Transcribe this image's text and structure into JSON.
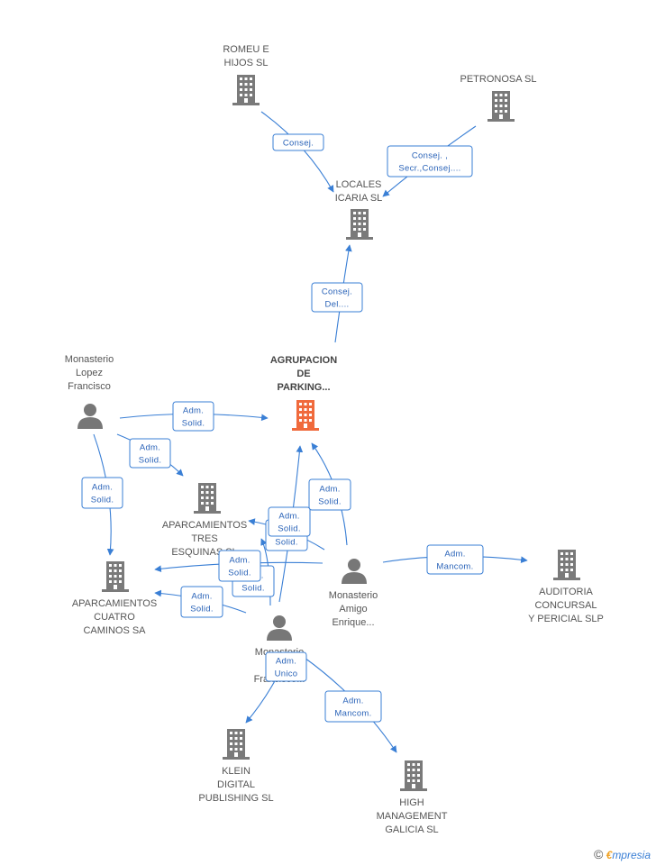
{
  "colors": {
    "edge": "#3a7fd5",
    "building": "#7a7a7a",
    "focus": "#f06a3c",
    "person": "#777777"
  },
  "nodes": {
    "romeu": {
      "lines": [
        "ROMEU E",
        "HIJOS  SL"
      ],
      "icon": "building-icon"
    },
    "petronosa": {
      "lines": [
        "PETRONOSA SL"
      ],
      "icon": "building-icon"
    },
    "locales": {
      "lines": [
        "LOCALES",
        "ICARIA SL"
      ],
      "icon": "building-icon"
    },
    "agrupacion": {
      "lines": [
        "AGRUPACION",
        "DE",
        "PARKING..."
      ],
      "icon": "building-icon"
    },
    "lopez": {
      "lines": [
        "Monasterio",
        "Lopez",
        "Francisco"
      ],
      "icon": "person-icon"
    },
    "tres": {
      "lines": [
        "APARCAMIENTOS",
        "TRES",
        "ESQUINAS SL"
      ],
      "icon": "building-icon"
    },
    "cuatro": {
      "lines": [
        "APARCAMIENTOS",
        "CUATRO",
        "CAMINOS SA"
      ],
      "icon": "building-icon"
    },
    "enrique": {
      "lines": [
        "Monasterio",
        "Amigo",
        "Enrique..."
      ],
      "icon": "person-icon"
    },
    "auditoria": {
      "lines": [
        "AUDITORIA",
        "CONCURSAL",
        "Y PERICIAL  SLP"
      ],
      "icon": "building-icon"
    },
    "amigofr": {
      "lines": [
        "Monasterio",
        "Amigo",
        "Francisco..."
      ],
      "icon": "person-icon"
    },
    "klein": {
      "lines": [
        "KLEIN",
        "DIGITAL",
        "PUBLISHING SL"
      ],
      "icon": "building-icon"
    },
    "high": {
      "lines": [
        "HIGH",
        "MANAGEMENT",
        "GALICIA SL"
      ],
      "icon": "building-icon"
    }
  },
  "relations": {
    "r1": [
      "Consej."
    ],
    "r2": [
      "Consej. ,",
      "Secr.,Consej...."
    ],
    "r3": [
      "Consej.",
      "Del...."
    ],
    "r4": [
      "Adm.",
      "Solid."
    ],
    "r5": [
      "Adm.",
      "Solid."
    ],
    "r6": [
      "Adm.",
      "Solid."
    ],
    "r7": [
      "Adm.",
      "Solid."
    ],
    "r8": [
      "Adm.",
      "Solid."
    ],
    "r9": [
      "Adm.",
      "Solid."
    ],
    "r10": [
      "Adm.",
      "Solid."
    ],
    "r11": [
      "Adm.",
      "Solid."
    ],
    "r12": [
      "Adm.",
      "Solid."
    ],
    "r13": [
      "Adm.",
      "Mancom."
    ],
    "r14": [
      "Adm.",
      "Unico"
    ],
    "r15": [
      "Adm.",
      "Mancom."
    ]
  },
  "footer": {
    "copyright": "©",
    "brand_first": "€",
    "brand_rest": "mpresia"
  }
}
